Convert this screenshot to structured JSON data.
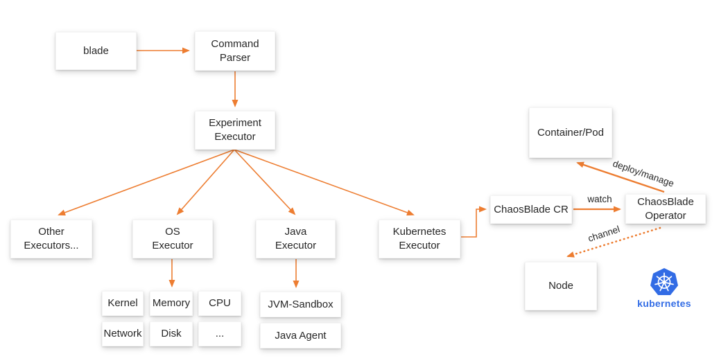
{
  "colors": {
    "arrow_orange": "#ED7D31",
    "kubernetes_blue": "#326CE5",
    "text": "#262626",
    "box_background": "#ffffff"
  },
  "nodes": {
    "blade": {
      "label": "blade"
    },
    "command_parser": {
      "label": "Command\nParser"
    },
    "experiment_executor": {
      "label": "Experiment\nExecutor"
    },
    "other_executors": {
      "label": "Other\nExecutors..."
    },
    "os_executor": {
      "label": "OS\nExecutor"
    },
    "java_executor": {
      "label": "Java\nExecutor"
    },
    "kubernetes_executor": {
      "label": "Kubernetes\nExecutor"
    },
    "chaosblade_cr": {
      "label": "ChaosBlade CR"
    },
    "chaosblade_operator": {
      "label": "ChaosBlade\nOperator"
    },
    "container_pod": {
      "label": "Container/Pod"
    },
    "node": {
      "label": "Node"
    },
    "kernel": {
      "label": "Kernel"
    },
    "memory": {
      "label": "Memory"
    },
    "cpu": {
      "label": "CPU"
    },
    "network": {
      "label": "Network"
    },
    "disk": {
      "label": "Disk"
    },
    "more": {
      "label": "..."
    },
    "jvm_sandbox": {
      "label": "JVM-Sandbox"
    },
    "java_agent": {
      "label": "Java Agent"
    }
  },
  "edge_labels": {
    "watch": "watch",
    "deploy_manage": "deploy/manage",
    "channel": "channel"
  },
  "logo": {
    "text": "kubernetes"
  }
}
